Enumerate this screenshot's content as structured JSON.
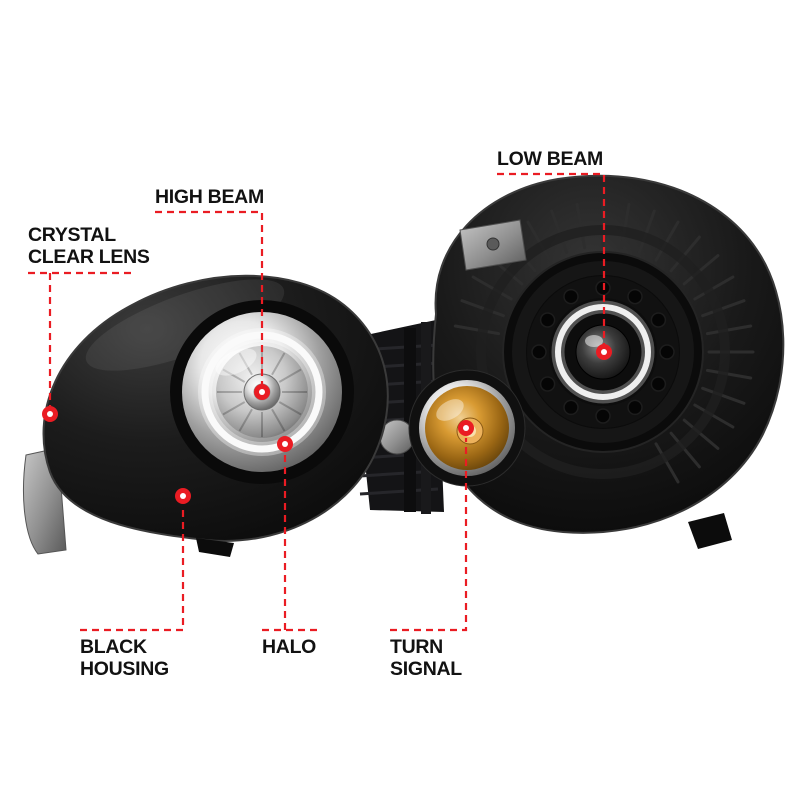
{
  "colors": {
    "red": "#ea1c23",
    "dot_center": "#ffffff",
    "label_text": "#121212",
    "housing_black": "#0f0f0f",
    "chrome_silver": "#d8d8d8",
    "halo_white": "#f5f5f5",
    "amber": "#c9892a",
    "background": "#ffffff"
  },
  "callouts": [
    {
      "id": "low-beam",
      "label": "LOW BEAM"
    },
    {
      "id": "high-beam",
      "label": "HIGH BEAM"
    },
    {
      "id": "crystal-clear-lens",
      "label": "CRYSTAL\nCLEAR LENS"
    },
    {
      "id": "black-housing",
      "label": "BLACK\nHOUSING"
    },
    {
      "id": "halo",
      "label": "HALO"
    },
    {
      "id": "turn-signal",
      "label": "TURN\nSIGNAL"
    }
  ]
}
